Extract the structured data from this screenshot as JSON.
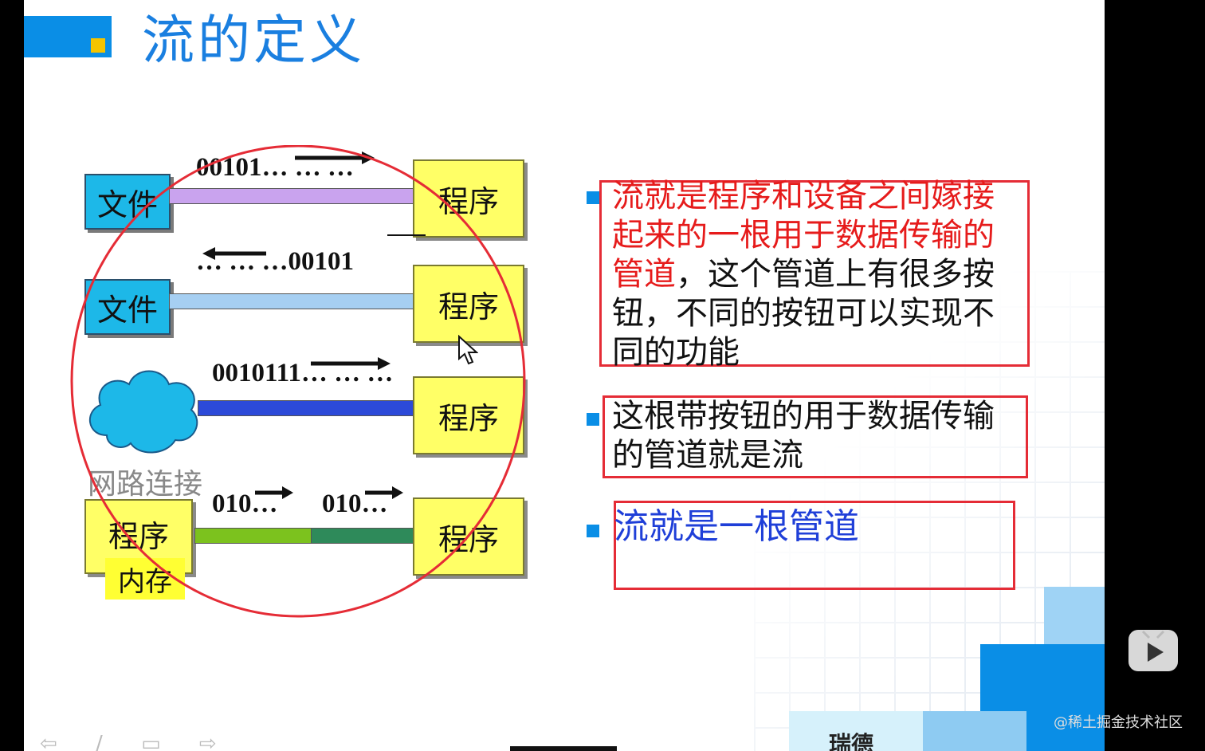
{
  "slide": {
    "title": "流的定义"
  },
  "diagram": {
    "row1": {
      "source": "文件",
      "target": "程序",
      "bits": "00101… … …"
    },
    "row2": {
      "source": "文件",
      "target": "程序",
      "bits": "… … …00101"
    },
    "row3": {
      "source_caption": "网路连接",
      "target": "程序",
      "bits": "0010111… … …"
    },
    "row4": {
      "source": "程序",
      "source_sub": "内存",
      "target": "程序",
      "bits_a": "010…",
      "bits_b": "010…"
    }
  },
  "callouts": [
    {
      "text_red": "流就是程序和设备之间嫁接起来的一根用于数据传输的管道",
      "text_rest": "，这个管道上有很多按钮，不同的按钮可以实现不同的功能"
    },
    {
      "text": "这根带按钮的用于数据传输的管道就是流"
    },
    {
      "text": "流就是一根管道"
    }
  ],
  "footer": {
    "brand_partial": "瑞德",
    "watermark": "@稀土掘金技术社区"
  },
  "colors": {
    "title": "#1a7fe0",
    "accent_blue": "#0a8ee6",
    "callout_border": "#e52c36",
    "circle": "#e52c36"
  }
}
